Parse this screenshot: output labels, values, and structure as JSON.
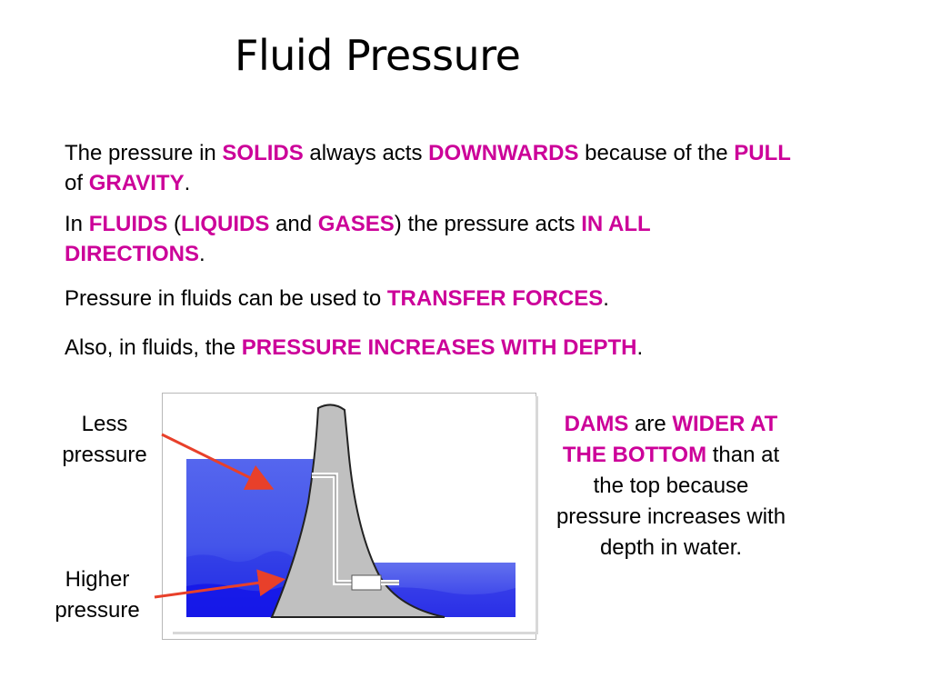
{
  "colors": {
    "accent": "#cc0099",
    "arrow": "#e8402a",
    "water_top": "#4a5cf0",
    "water_bottom": "#1a22e8",
    "dam": "#c0c0c0"
  },
  "slide": {
    "title": "Fluid Pressure"
  },
  "paragraphs": [
    [
      {
        "t": "The pressure in "
      },
      {
        "t": "SOLIDS",
        "hl": true
      },
      {
        "t": " always acts "
      },
      {
        "t": "DOWNWARDS",
        "hl": true
      },
      {
        "t": " because of the "
      },
      {
        "t": "PULL",
        "hl": true
      },
      {
        "t": " of "
      },
      {
        "t": "GRAVITY",
        "hl": true
      },
      {
        "t": "."
      }
    ],
    [
      {
        "t": "In "
      },
      {
        "t": "FLUIDS",
        "hl": true
      },
      {
        "t": " ("
      },
      {
        "t": "LIQUIDS",
        "hl": true
      },
      {
        "t": " and "
      },
      {
        "t": "GASES",
        "hl": true
      },
      {
        "t": ") the pressure acts "
      },
      {
        "t": "IN ALL DIRECTIONS",
        "hl": true
      },
      {
        "t": "."
      }
    ],
    [
      {
        "t": "Pressure in fluids can be used to "
      },
      {
        "t": "TRANSFER FORCES",
        "hl": true
      },
      {
        "t": "."
      }
    ],
    [
      {
        "t": "Also, in fluids, the "
      },
      {
        "t": "PRESSURE INCREASES WITH DEPTH",
        "hl": true
      },
      {
        "t": "."
      }
    ]
  ],
  "labels": {
    "less": [
      "Less",
      "pressure"
    ],
    "higher": [
      "Higher",
      "pressure"
    ]
  },
  "dams_text": [
    {
      "t": "DAMS",
      "hl": true
    },
    {
      "t": " are "
    },
    {
      "t": "WIDER AT THE BOTTOM",
      "hl": true
    },
    {
      "t": " than at the top because pressure increases with depth in water."
    }
  ]
}
